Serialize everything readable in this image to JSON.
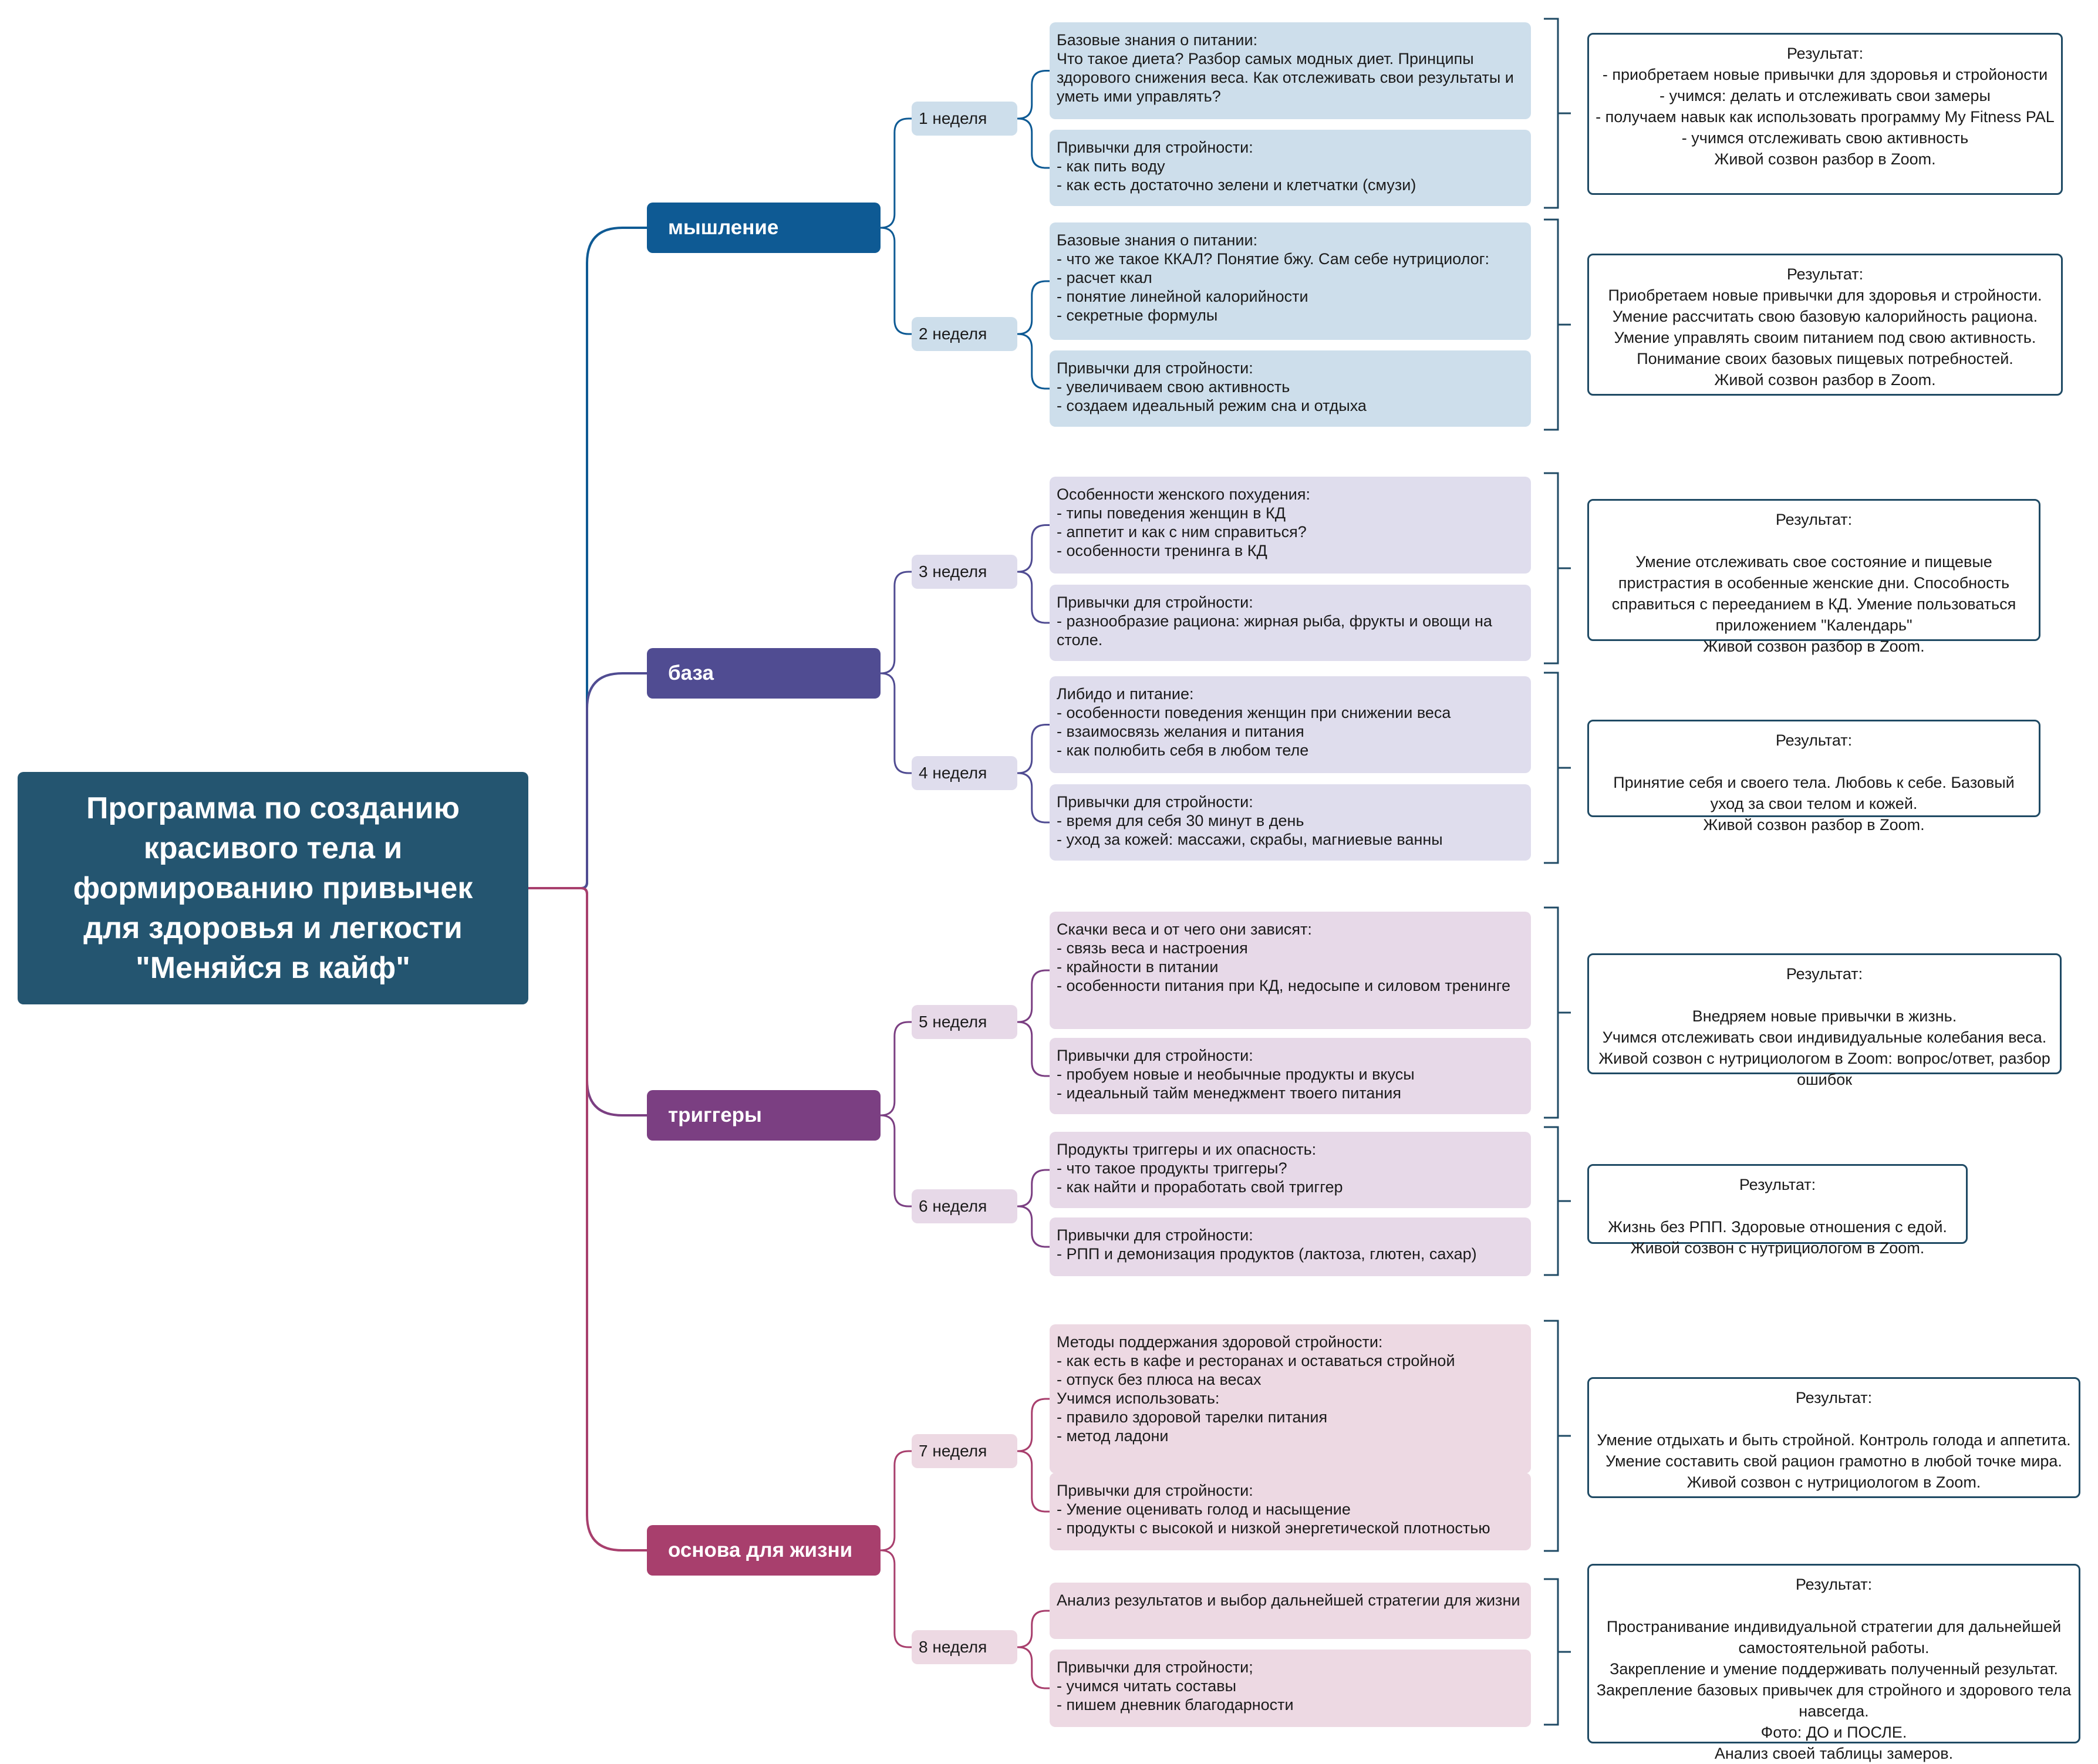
{
  "root": {
    "title": "Программа по созданию\nкрасивого тела и\nформированию привычек\nдля здоровья и легкости\n\"Меняйся в кайф\""
  },
  "colors": {
    "root": "#245570",
    "branch1": "#0e5a94",
    "branch2": "#504c92",
    "branch3": "#7b3f82",
    "branch4": "#a83f6d",
    "light1": "#cddeeb",
    "light2": "#dfdded",
    "light3": "#e7d9e8",
    "light4": "#edd9e3",
    "result_border": "#1f4a64"
  },
  "branches": [
    {
      "label": "мышление",
      "weeks": [
        {
          "label": "1 неделя",
          "topics": [
            "Базовые знания о питании:\nЧто такое диета? Разбор самых модных диет. Принципы здорового снижения веса. Как отслеживать свои результаты и уметь ими управлять?",
            "Привычки для стройности:\n- как пить воду\n- как есть достаточно зелени и клетчатки (смузи)"
          ],
          "result": "Результат:\n- приобретаем новые привычки для здоровья и стройоности\n- учимся: делать и отслеживать свои замеры\n- получаем навык как использовать программу My Fitness PAL\n- учимся отслеживать свою активность\nЖивой созвон разбор в Zoom."
        },
        {
          "label": "2 неделя",
          "topics": [
            "Базовые знания о питании:\n- что же такое ККАЛ? Понятие бжу. Сам себе нутрициолог:\n- расчет ккал\n- понятие линейной калорийности\n- секретные формулы",
            "Привычки для стройности:\n- увеличиваем свою активность\n- создаем идеальный режим сна и отдыха"
          ],
          "result": "Результат:\nПриобретаем новые привычки для здоровья и стройности.\nУмение рассчитать свою базовую калорийность рациона.\nУмение управлять своим питанием под свою активность.\nПонимание своих базовых пищевых потребностей.\nЖивой созвон разбор в Zoom."
        }
      ]
    },
    {
      "label": "база",
      "weeks": [
        {
          "label": "3 неделя",
          "topics": [
            "Особенности женского похудения:\n- типы поведения женщин в КД\n- аппетит и как с ним справиться?\n- особенности тренинга в КД",
            "Привычки для стройности:\n- разнообразие рациона: жирная рыба, фрукты и овощи на столе."
          ],
          "result": "Результат:\n\nУмение отслеживать свое состояние и пищевые пристрастия в особенные женские дни. Способность справиться с перееданием в КД. Умение пользоваться приложением \"Календарь\"\nЖивой созвон разбор в Zoom."
        },
        {
          "label": "4 неделя",
          "topics": [
            "Либидо и питание:\n- особенности поведения женщин при снижении веса\n- взаимосвязь желания и питания\n- как полюбить себя в любом теле",
            "Привычки для стройности:\n- время для себя 30 минут в день\n- уход за кожей: массажи, скрабы, магниевые ванны"
          ],
          "result": "Результат:\n\nПринятие себя и своего тела. Любовь к себе. Базовый уход за свои телом и кожей.\nЖивой созвон разбор в Zoom."
        }
      ]
    },
    {
      "label": "триггеры",
      "weeks": [
        {
          "label": "5 неделя",
          "topics": [
            "Скачки веса и от чего они зависят:\n- связь веса и настроения\n- крайности в питании\n- особенности питания при КД, недосыпе и силовом тренинге",
            "Привычки для стройности:\n- пробуем новые и необычные продукты и вкусы\n- идеальный тайм менеджмент твоего питания"
          ],
          "result": "Результат:\n\nВнедряем новые привычки в жизнь.\nУчимся отслеживать свои индивидуальные колебания веса.\nЖивой созвон с нутрициологом в Zoom: вопрос/ответ, разбор ошибок"
        },
        {
          "label": "6 неделя",
          "topics": [
            "Продукты триггеры и их опасность:\n- что такое продукты триггеры?\n- как найти и проработать свой триггер",
            "Привычки для стройности:\n- РПП и демонизация продуктов (лактоза, глютен, сахар)"
          ],
          "result": "Результат:\n\nЖизнь без РПП. Здоровые отношения с едой.\nЖивой созвон с нутрициологом в Zoom."
        }
      ]
    },
    {
      "label": "основа для жизни",
      "weeks": [
        {
          "label": "7 неделя",
          "topics": [
            "Методы поддержания здоровой стройности:\n- как есть в кафе и ресторанах и оставаться стройной\n- отпуск без плюса на весах\nУчимся использовать:\n- правило здоровой тарелки питания\n- метод ладони",
            "Привычки для стройности:\n- Умение оценивать голод и насыщение\n- продукты с высокой и низкой энергетической плотностью"
          ],
          "result": "Результат:\n\nУмение отдыхать и быть стройной. Контроль голода и аппетита. Умение составить свой рацион грамотно в любой точке мира.\nЖивой созвон с нутрициологом в Zoom."
        },
        {
          "label": "8 неделя",
          "topics": [
            "Анализ результатов и выбор дальнейшей стратегии для жизни",
            "Привычки для стройности;\n- учимся читать составы\n- пишем дневник благодарности"
          ],
          "result": "Результат:\n\nПространивание индивидуальной стратегии для дальнейшей самостоятельной работы.\nЗакрепление и умение поддерживать полученный результат.\nЗакрепление базовых привычек для стройного и здорового тела навсегда.\nФото: ДО и ПОСЛЕ.\nАнализ своей таблицы замеров."
        }
      ]
    }
  ]
}
